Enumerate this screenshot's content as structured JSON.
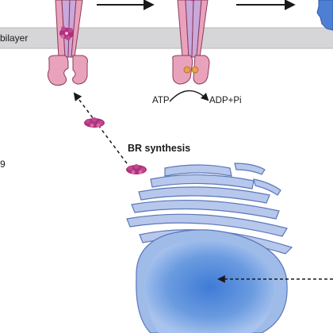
{
  "labels": {
    "bilayer": "bilayer",
    "br_synthesis": "BR synthesis",
    "atp": "ATP",
    "adp_pi": "ADP+Pi",
    "edge_fragment": "9"
  },
  "colors": {
    "membrane": "#d6d6d8",
    "receptor_outer": "#e9a2bb",
    "receptor_inner": "#c9a8db",
    "receptor_stroke": "#8b3a5a",
    "brassinosteroid": "#b0307a",
    "er": "#b7c8ec",
    "er_stroke": "#5a78b8",
    "nucleus": "#4d86d8",
    "atp_dot": "#e8a04a",
    "arrow": "#1a1a1a"
  }
}
